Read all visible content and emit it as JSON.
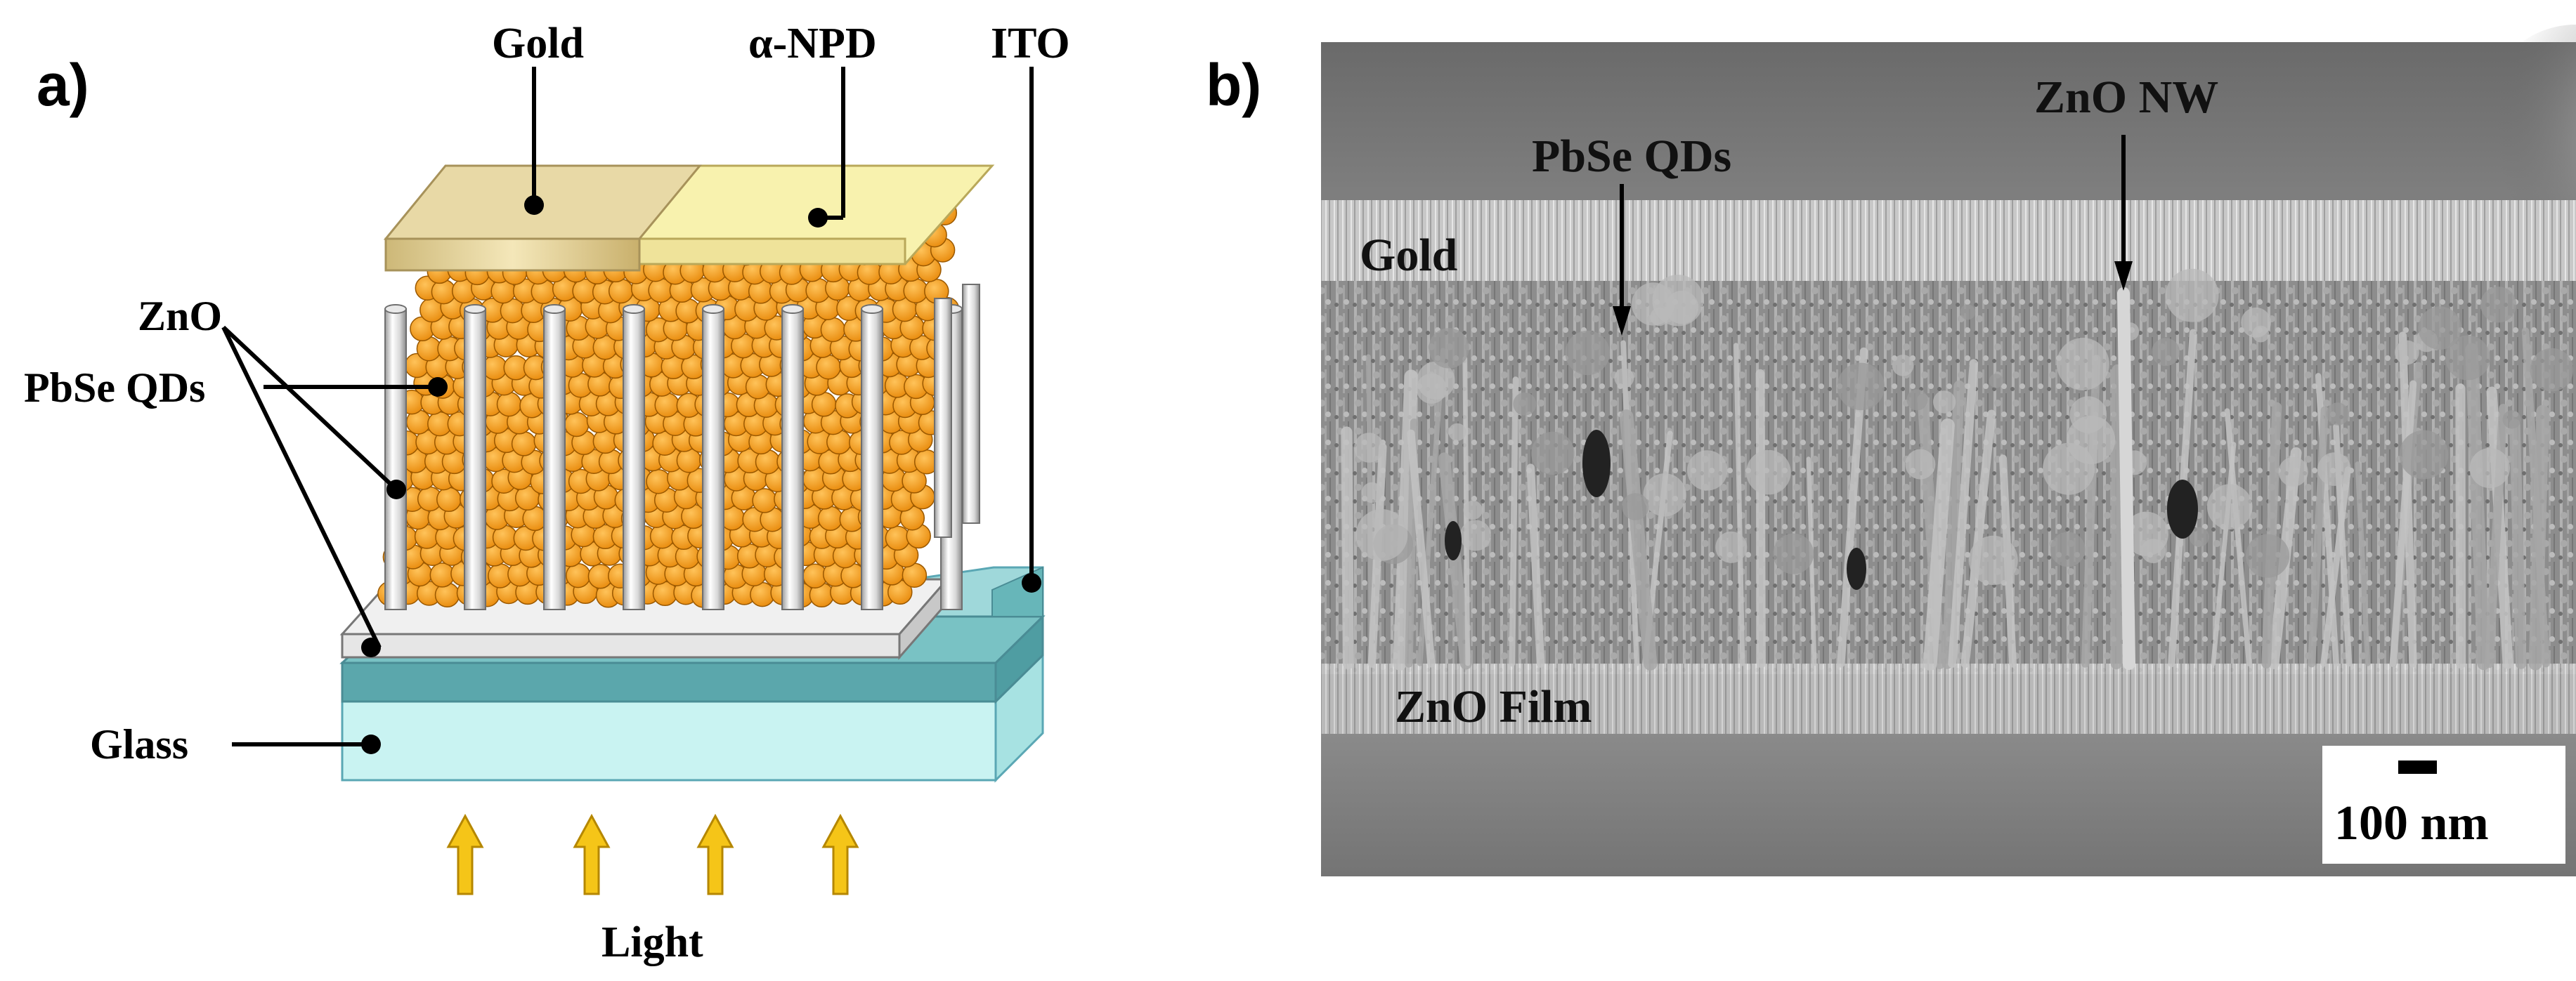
{
  "panel_a": {
    "letter": "a)",
    "labels": {
      "gold": "Gold",
      "npd": "α-NPD",
      "ito": "ITO",
      "pbse_qds": "PbSe QDs",
      "zno": "ZnO",
      "glass": "Glass",
      "light": "Light"
    }
  },
  "panel_b": {
    "letter": "b)",
    "labels": {
      "pbse_qds": "PbSe QDs",
      "zno_nw": "ZnO NW",
      "gold": "Gold",
      "zno_film": "ZnO Film"
    },
    "scale_bar": "100 nm"
  },
  "colors": {
    "gold_layer": "#e6d6a4",
    "npd_layer": "#f7f0a8",
    "quantum_dot": "#f0a01c",
    "ito": "#5bb3b4",
    "glass": "#c9f3f2",
    "arrow": "#f5c518"
  }
}
